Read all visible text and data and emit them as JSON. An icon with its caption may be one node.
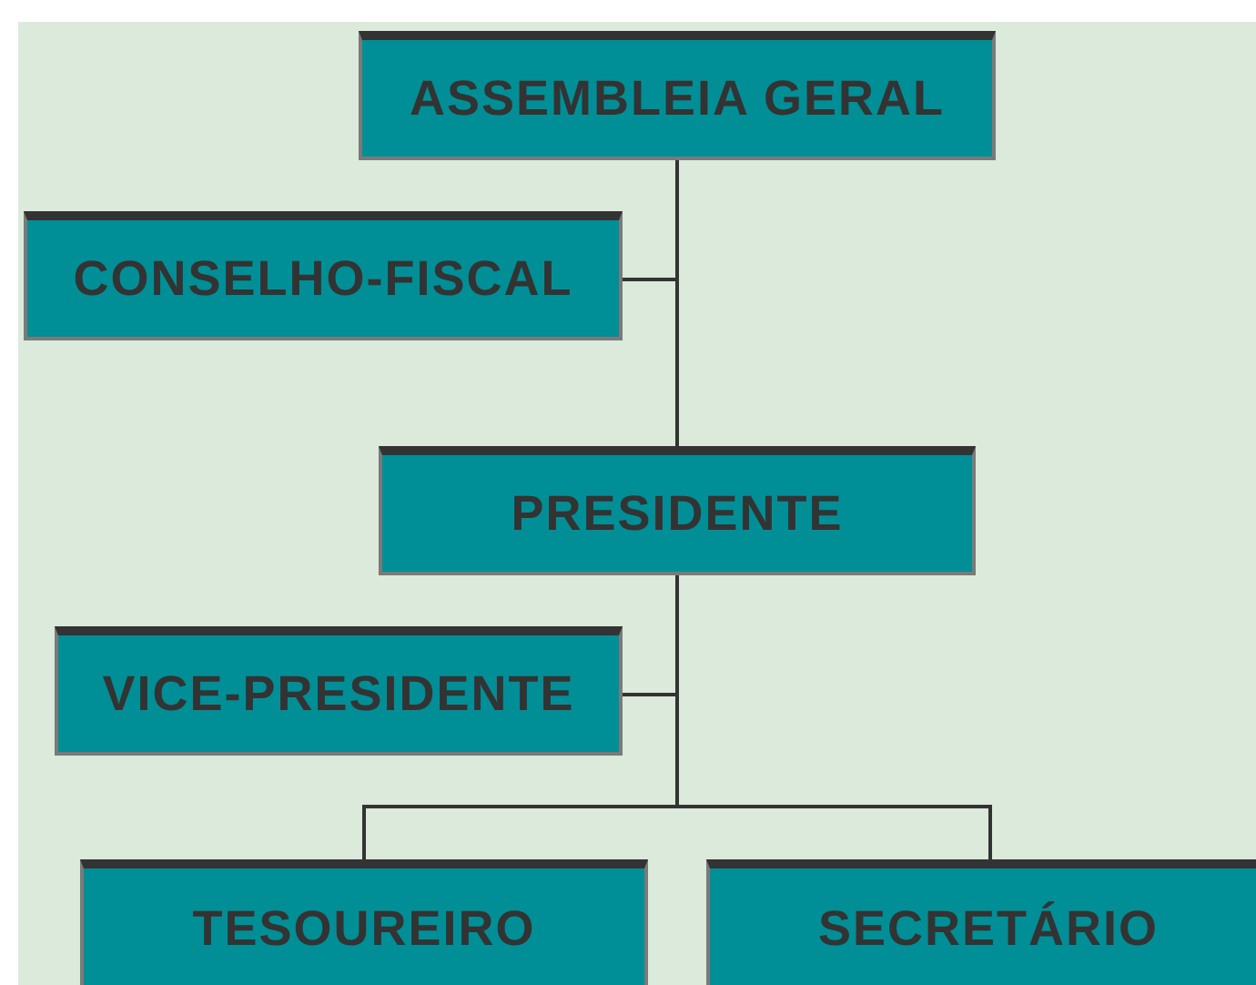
{
  "diagram": {
    "nodes": [
      {
        "text": [
          "ASSEMBLEIA GERAL"
        ]
      },
      {
        "text": [
          "CONSELHO-FISCAL"
        ]
      },
      {
        "text": [
          "PRESIDENTE"
        ]
      },
      {
        "text": [
          "VICE-PRESIDENTE"
        ]
      },
      {
        "text": [
          "TESOUREIRO"
        ]
      },
      {
        "text": [
          "SECRETÁRIO"
        ]
      }
    ],
    "edges": [
      {
        "from": 0,
        "to": 1,
        "arrow": "none"
      },
      {
        "from": 0,
        "to": 2,
        "arrow": "none"
      },
      {
        "from": 2,
        "to": 3,
        "arrow": "none"
      },
      {
        "from": 2,
        "to": 4,
        "arrow": "none"
      },
      {
        "from": 2,
        "to": 5,
        "arrow": "none"
      }
    ]
  }
}
